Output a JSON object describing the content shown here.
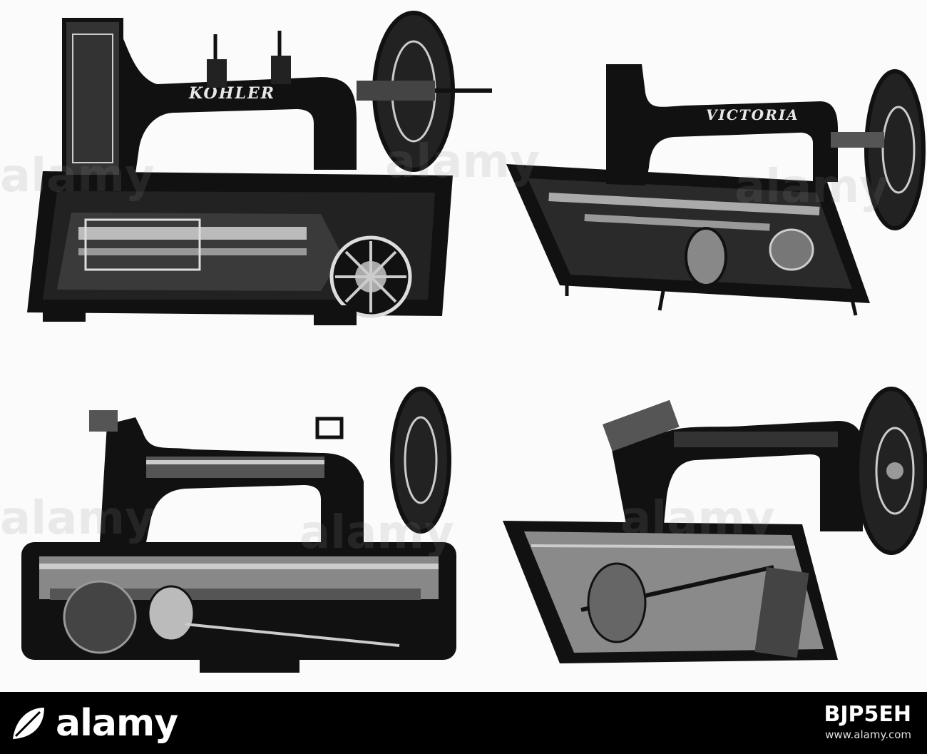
{
  "plate": {
    "machines": [
      {
        "position": "top-left",
        "brand": "KÖHLER"
      },
      {
        "position": "top-right",
        "brand": "VICTORIA"
      },
      {
        "position": "bottom-left",
        "brand": ""
      },
      {
        "position": "bottom-right",
        "brand": ""
      }
    ]
  },
  "watermark": {
    "text": "alamy"
  },
  "footer": {
    "logo_text": "alamy",
    "caption": "Image ID: BJP5EH",
    "image_id": "BJP5EH",
    "url": "www.alamy.com"
  },
  "colors": {
    "background": "#ffffff",
    "ink": "#111111",
    "footer": "#000000"
  }
}
